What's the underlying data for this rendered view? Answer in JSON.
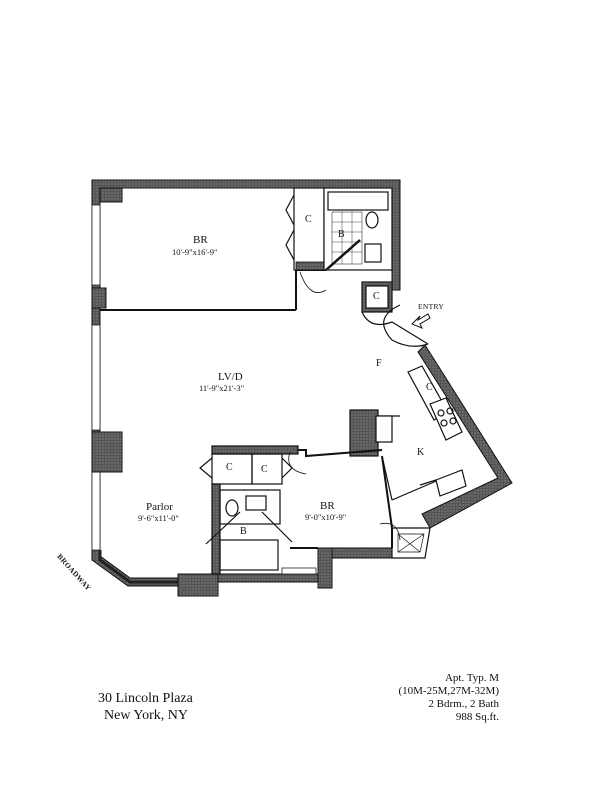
{
  "rooms": {
    "br1": {
      "label": "BR",
      "dims": "10'-9\"x16'-9\""
    },
    "lvd": {
      "label": "LV/D",
      "dims": "11'-9\"x21'-3\""
    },
    "parlor": {
      "label": "Parlor",
      "dims": "9'-6\"x11'-0\""
    },
    "br2": {
      "label": "BR",
      "dims": "9'-0\"x10'-9\""
    },
    "kitchen": {
      "label": "K"
    },
    "foyer": {
      "label": "F"
    },
    "bath1": {
      "label": "B"
    },
    "bath2": {
      "label": "B"
    },
    "closet": "C"
  },
  "entry_label": "ENTRY",
  "street_label": "BROADWAY",
  "address": {
    "line1": "30 Lincoln Plaza",
    "line2": "New York, NY"
  },
  "unit_info": {
    "line1": "Apt. Typ. M",
    "line2": "(10M-25M,27M-32M)",
    "line3": "2 Bdrm., 2 Bath",
    "line4": "988 Sq.ft."
  }
}
